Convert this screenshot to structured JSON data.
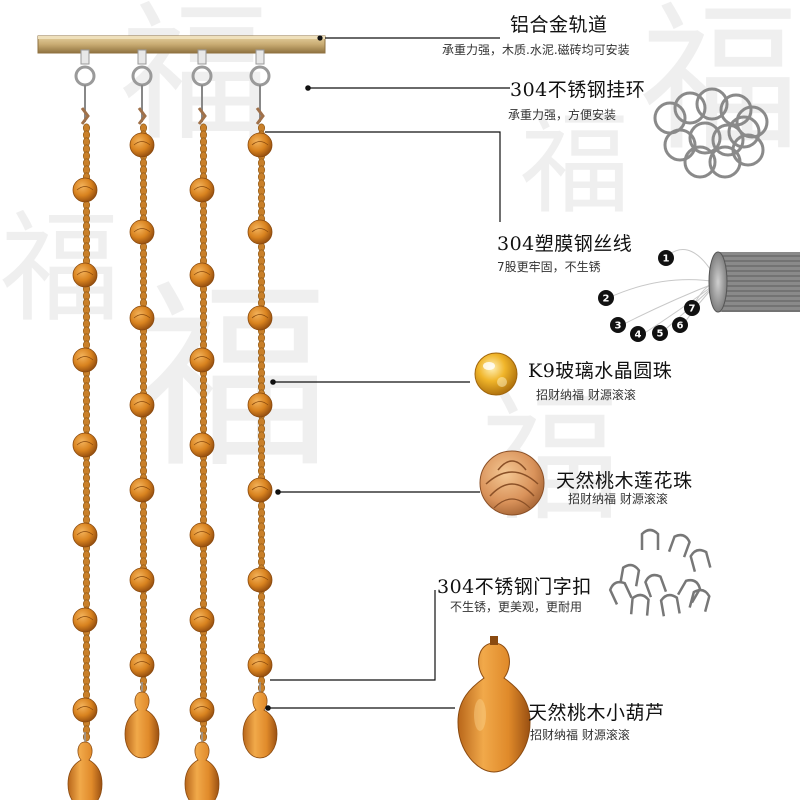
{
  "colors": {
    "rail": "#c8ab72",
    "rail_dark": "#9b7e45",
    "bead": "#d9831f",
    "bead_dark": "#9c5010",
    "strand": "#c9802a",
    "leader": "#111111"
  },
  "background": {
    "glyph": "福"
  },
  "callouts": {
    "rail": {
      "title": "铝合金轨道",
      "sub": "承重力强，木质.水泥.磁砖均可安装"
    },
    "ring": {
      "title": "304不锈钢挂环",
      "sub": "承重力强，方便安装"
    },
    "wire": {
      "title": "304塑膜钢丝线",
      "sub": "7股更牢固，不生锈",
      "strand_numbers": [
        "1",
        "2",
        "3",
        "4",
        "5",
        "6",
        "7"
      ]
    },
    "crystal": {
      "title": "K9玻璃水晶圆珠",
      "sub": "招财纳福 财源滚滚"
    },
    "lotus": {
      "title": "天然桃木莲花珠",
      "sub": "招财纳福 财源滚滚"
    },
    "buckle": {
      "title": "304不锈钢门字扣",
      "sub": "不生锈，更美观，更耐用"
    },
    "gourd": {
      "title": "天然桃木小葫芦",
      "sub": "招财纳福 财源滚滚"
    }
  }
}
